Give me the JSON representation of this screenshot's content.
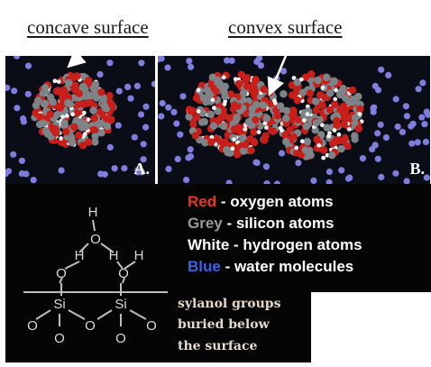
{
  "top_labels": {
    "concave": "concave surface",
    "convex": "convex surface"
  },
  "panels": {
    "a_label": "A.",
    "b_label": "B."
  },
  "legend": [
    {
      "term": "Red",
      "rest": " - oxygen atoms",
      "color": "#e8371f"
    },
    {
      "term": "Grey",
      "rest": " - silicon atoms",
      "color": "#9a9a9a"
    },
    {
      "term": "White",
      "rest": " - hydrogen atoms",
      "color": "#ffffff"
    },
    {
      "term": "Blue",
      "rest": " - water molecules",
      "color": "#3a63e6"
    }
  ],
  "structure": {
    "h": "H",
    "o": "O",
    "si": "Si"
  },
  "caption": {
    "line1": "sylanol groups",
    "line2": "buried below",
    "line3": "the surface"
  },
  "colors": {
    "oxygen": "#c81f1a",
    "silicon": "#7c8488",
    "hydrogen": "#f2f2f2",
    "water": "#7f7ee0",
    "panel_bg": "#0b0d16"
  }
}
